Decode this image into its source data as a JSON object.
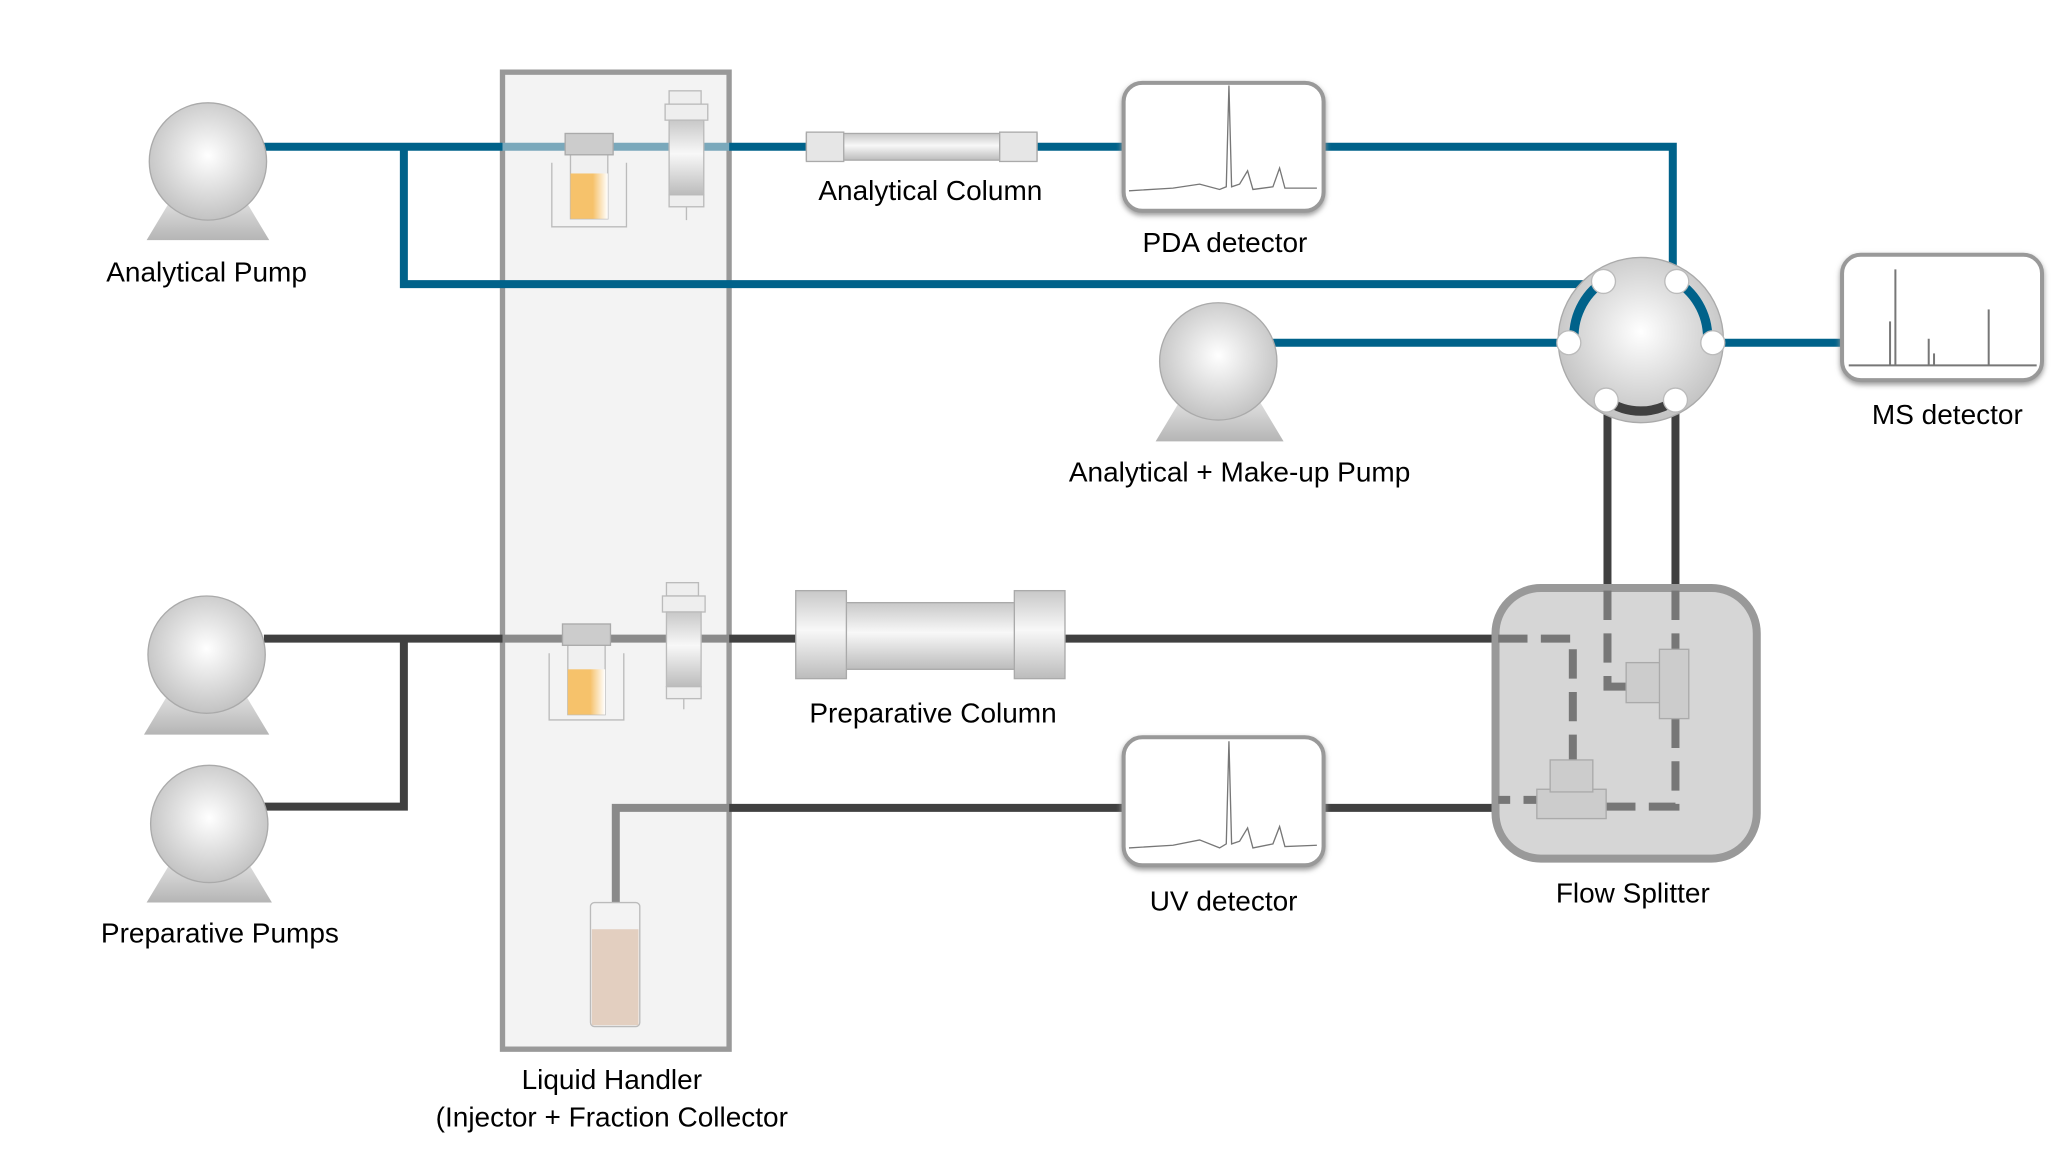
{
  "labels": {
    "analytical_pump": "Analytical Pump",
    "analytical_column": "Analytical Column",
    "pda_detector": "PDA detector",
    "ms_detector": "MS detector",
    "makeup_pump": "Analytical + Make-up Pump",
    "preparative_column": "Preparative Column",
    "preparative_pumps": "Preparative Pumps",
    "uv_detector": "UV detector",
    "flow_splitter": "Flow Splitter",
    "liquid_handler_line1": "Liquid Handler",
    "liquid_handler_line2": "(Injector + Fraction Collector"
  },
  "colors": {
    "analytical_line": "#00628a",
    "analytical_line_inside": "#7aa8bb",
    "preparative_line": "#404040",
    "preparative_line_inside": "#8a8a8a",
    "vial_fill": "#f6c26b",
    "fraction_fill": "#e3cfc0"
  }
}
